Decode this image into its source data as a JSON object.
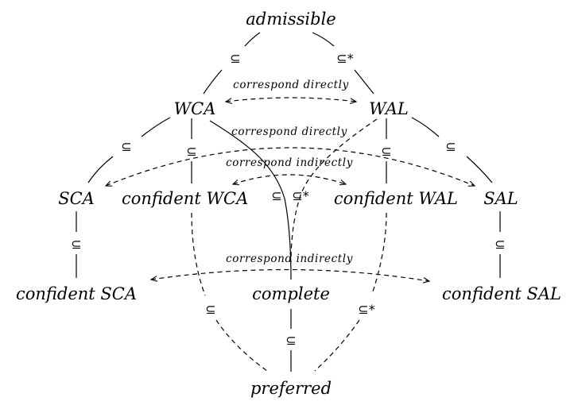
{
  "nodes": {
    "admissible": "admissible",
    "wca": "WCA",
    "wal": "WAL",
    "sca": "SCA",
    "confident_wca": "confident WCA",
    "confident_wal": "confident WAL",
    "sal": "SAL",
    "confident_sca": "confident SCA",
    "complete": "complete",
    "confident_sal": "confident SAL",
    "preferred": "preferred"
  },
  "relations": {
    "subset": "⊆",
    "subset_star": "⊆*"
  },
  "annotations": {
    "wca_wal": "correspond directly",
    "sca_sal": "correspond directly",
    "conf_wca_wal": "correspond indirectly",
    "conf_sca_sal": "correspond indirectly"
  }
}
